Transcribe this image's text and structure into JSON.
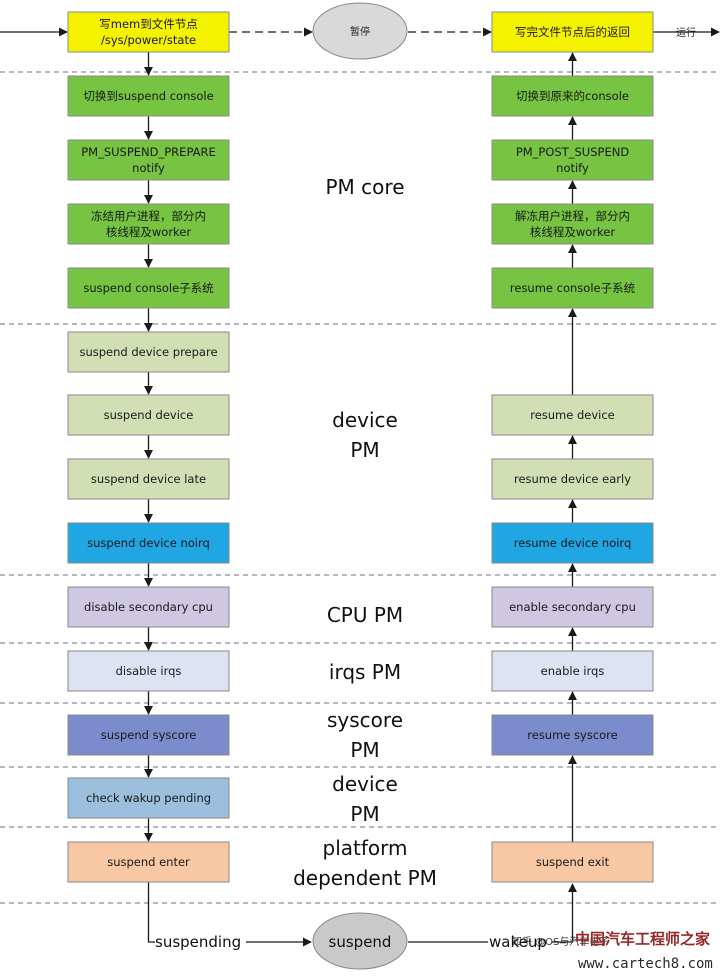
{
  "colors": {
    "yellow": "#f5f200",
    "green": "#76c442",
    "sage": "#d2dfb5",
    "blue": "#20a6e3",
    "lavender": "#cfc8e3",
    "pale_blue": "#dde3f3",
    "indigo": "#7a8ccc",
    "steel_blue": "#9bbfdc",
    "peach": "#f8c7a3",
    "gray_ellipse": "#d9d9d9",
    "line": "#1a1a1a",
    "divider": "#6d7480"
  },
  "left_column": [
    {
      "lines": [
        "写mem到文件节点",
        "/sys/power/state"
      ],
      "color": "yellow"
    },
    {
      "lines": [
        "切换到suspend console"
      ],
      "color": "green"
    },
    {
      "lines": [
        "PM_SUSPEND_PREPARE",
        "notify"
      ],
      "color": "green"
    },
    {
      "lines": [
        "冻结用户进程，部分内",
        "核线程及worker"
      ],
      "color": "green"
    },
    {
      "lines": [
        "suspend console子系统"
      ],
      "color": "green"
    },
    {
      "lines": [
        "suspend device prepare"
      ],
      "color": "sage"
    },
    {
      "lines": [
        "suspend device"
      ],
      "color": "sage"
    },
    {
      "lines": [
        "suspend device late"
      ],
      "color": "sage"
    },
    {
      "lines": [
        "suspend device noirq"
      ],
      "color": "blue"
    },
    {
      "lines": [
        "disable secondary cpu"
      ],
      "color": "lavender"
    },
    {
      "lines": [
        "disable irqs"
      ],
      "color": "pale_blue"
    },
    {
      "lines": [
        "suspend syscore"
      ],
      "color": "indigo"
    },
    {
      "lines": [
        "check wakup pending"
      ],
      "color": "steel_blue"
    },
    {
      "lines": [
        "suspend enter"
      ],
      "color": "peach"
    }
  ],
  "right_column": [
    {
      "lines": [
        "写完文件节点后的返回"
      ],
      "color": "yellow"
    },
    {
      "lines": [
        "切换到原来的console"
      ],
      "color": "green"
    },
    {
      "lines": [
        "PM_POST_SUSPEND",
        "notify"
      ],
      "color": "green"
    },
    {
      "lines": [
        "解冻用户进程，部分内",
        "核线程及worker"
      ],
      "color": "green"
    },
    {
      "lines": [
        "resume console子系统"
      ],
      "color": "green"
    },
    {
      "lines": [
        "resume device"
      ],
      "color": "sage"
    },
    {
      "lines": [
        "resume  device early"
      ],
      "color": "sage"
    },
    {
      "lines": [
        "resume device noirq"
      ],
      "color": "blue"
    },
    {
      "lines": [
        "enable secondary cpu"
      ],
      "color": "lavender"
    },
    {
      "lines": [
        "enable irqs"
      ],
      "color": "pale_blue"
    },
    {
      "lines": [
        "resume syscore"
      ],
      "color": "indigo"
    },
    {
      "lines": [
        "suspend exit"
      ],
      "color": "peach"
    }
  ],
  "sections": [
    {
      "lines": [
        "PM core"
      ]
    },
    {
      "lines": [
        "device",
        "PM"
      ]
    },
    {
      "lines": [
        "CPU PM"
      ]
    },
    {
      "lines": [
        "irqs PM"
      ]
    },
    {
      "lines": [
        "syscore",
        "PM"
      ]
    },
    {
      "lines": [
        "device",
        "PM"
      ]
    },
    {
      "lines": [
        "platform",
        "dependent PM"
      ]
    }
  ],
  "pause_label": "暂停",
  "run_label": "运行",
  "bottom": {
    "suspending_label": "suspending",
    "suspend_label": "suspend",
    "wakeup_label": "wakeup"
  },
  "watermark": {
    "site_name": "中国汽车工程师之家",
    "url": "www.cartech8.com",
    "zhihu": "知乎 @OS与汽车电子"
  }
}
